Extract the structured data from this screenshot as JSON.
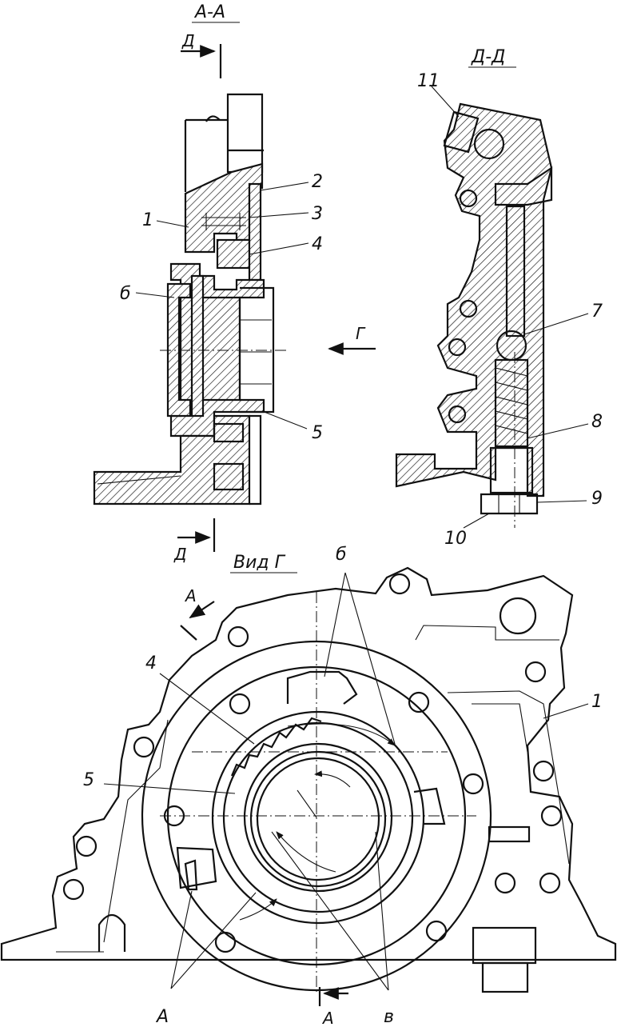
{
  "sections": {
    "aa": "А-А",
    "dd": "Д-Д",
    "view": "Вид Г"
  },
  "cut_marks": {
    "d_top": "Д",
    "d_bottom": "Д",
    "a_top": "А",
    "a_bottom": "А",
    "view_arrow": "Г"
  },
  "callouts": {
    "c1": "1",
    "c2": "2",
    "c3": "3",
    "c4": "4",
    "c5": "5",
    "c6": "б",
    "c7": "7",
    "c8": "8",
    "c9": "9",
    "c10": "10",
    "c11": "11",
    "v1": "1",
    "v4": "4",
    "v5": "5",
    "v6": "б",
    "vA": "А",
    "vB": "в"
  }
}
